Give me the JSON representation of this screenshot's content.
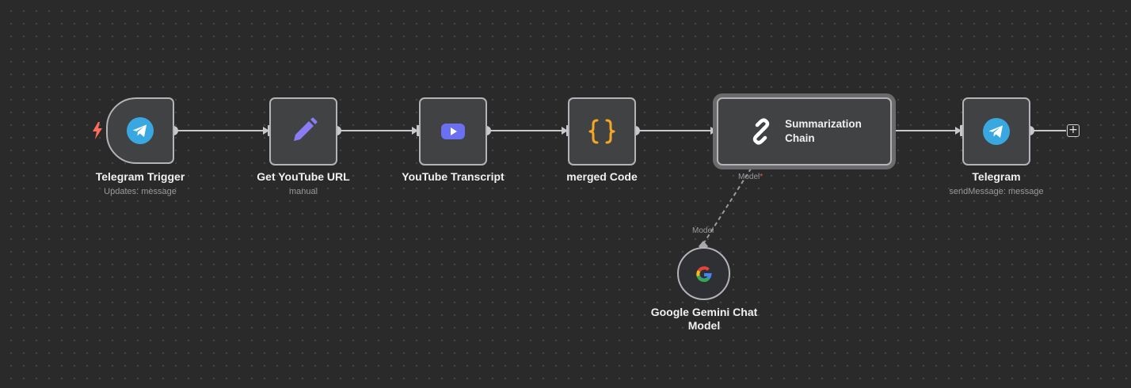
{
  "nodes": {
    "telegram_trigger": {
      "title": "Telegram Trigger",
      "subtitle": "Updates: message",
      "icon": "telegram-icon"
    },
    "get_youtube_url": {
      "title": "Get YouTube URL",
      "subtitle": "manual",
      "icon": "pencil-icon"
    },
    "youtube_transcript": {
      "title": "YouTube Transcript",
      "icon": "youtube-icon"
    },
    "merged_code": {
      "title": "merged Code",
      "icon": "code-braces-icon"
    },
    "summarization_chain": {
      "title": "Summarization\nChain",
      "icon": "chain-link-icon",
      "model_port_label": "Model",
      "required_mark": "*"
    },
    "telegram": {
      "title": "Telegram",
      "subtitle": "sendMessage: message",
      "icon": "telegram-icon"
    },
    "gemini_model": {
      "title": "Google Gemini Chat Model",
      "port_label": "Model",
      "icon": "google-icon"
    }
  },
  "add_node_symbol": "+",
  "colors": {
    "canvas": "#2a2a2a",
    "node_fill": "#414244",
    "node_border": "#b4b4b8",
    "telegram_blue": "#3aa8e0",
    "pencil_purple": "#8b7cf6",
    "youtube_purple": "#6a70f0",
    "code_orange": "#f5a623",
    "trigger_bolt": "#ff6d5a"
  }
}
